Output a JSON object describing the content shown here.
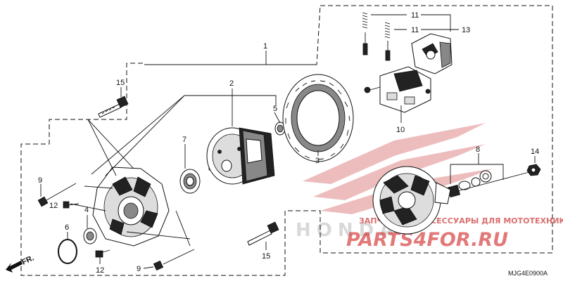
{
  "diagram": {
    "code": "MJG4E0900A",
    "direction_label": "FR.",
    "watermark": {
      "text": "ЗАПЧАСТИ И АКСЕССУАРЫ ДЛЯ МОТОТЕХНИКИ",
      "brand": "PARTS4FOR.RU",
      "logo_text": "HONDA"
    },
    "callouts": {
      "c1": "1",
      "c2": "2",
      "c3": "3",
      "c4": "4",
      "c5": "5",
      "c6": "6",
      "c7": "7",
      "c8": "8",
      "c9a": "9",
      "c9b": "9",
      "c10": "10",
      "c11a": "11",
      "c11b": "11",
      "c12a": "12",
      "c12b": "12",
      "c13": "13",
      "c14": "14",
      "c15a": "15",
      "c15b": "15"
    }
  }
}
